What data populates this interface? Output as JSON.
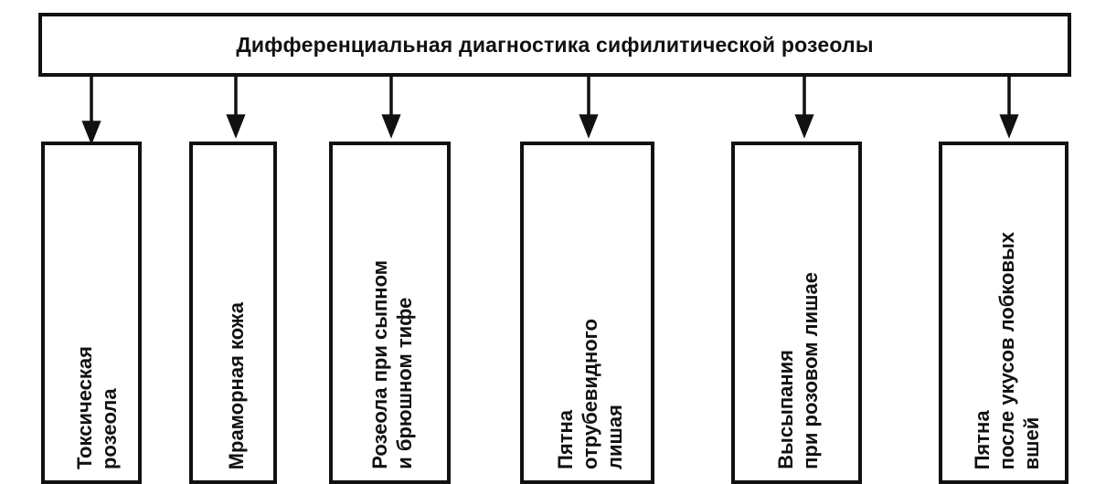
{
  "diagram": {
    "title": "Дифференциальная диагностика сифилитической розеолы",
    "nodes": [
      {
        "id": "toxic-roseola",
        "label": "Токсическая\nрозеола"
      },
      {
        "id": "marble-skin",
        "label": "Мраморная кожа"
      },
      {
        "id": "typhus-roseola",
        "label": "Розеола при сыпном\nи брюшном тифе"
      },
      {
        "id": "pityriasis-spots",
        "label": "Пятна\nотрубевидного\nлишая"
      },
      {
        "id": "rosea-eruptions",
        "label": "Высыпания\nпри розовом лишае"
      },
      {
        "id": "louse-bite-spots",
        "label": "Пятна\nпосле укусов лобковых\nвшей"
      }
    ]
  }
}
